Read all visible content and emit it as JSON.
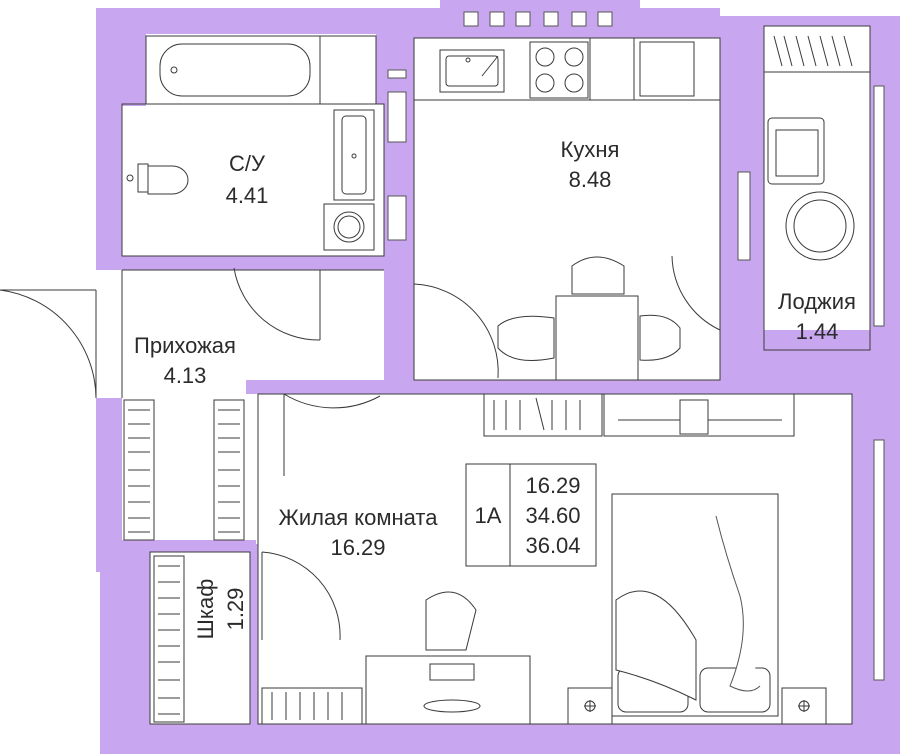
{
  "colors": {
    "wall": "#c9a6f0",
    "room_fill": "#ffffff",
    "line": "#3a3a3a",
    "text": "#2b2b2b"
  },
  "rooms": {
    "bathroom": {
      "name": "С/У",
      "area": "4.41"
    },
    "kitchen": {
      "name": "Кухня",
      "area": "8.48"
    },
    "hallway": {
      "name": "Прихожая",
      "area": "4.13"
    },
    "loggia": {
      "name": "Лоджия",
      "area": "1.44"
    },
    "living": {
      "name": "Жилая комната",
      "area": "16.29"
    },
    "closet": {
      "name": "Шкаф",
      "area": "1.29"
    }
  },
  "summary": {
    "type": "1А",
    "living_area": "16.29",
    "total_area": "34.60",
    "total_with_loggia": "36.04"
  },
  "icons": [
    "bathtub-icon",
    "sink-icon",
    "toilet-icon",
    "washing-machine-icon",
    "stove-icon",
    "dining-table-icon",
    "bed-icon",
    "desk-icon",
    "tv-icon",
    "armchair-icon",
    "round-table-icon"
  ]
}
